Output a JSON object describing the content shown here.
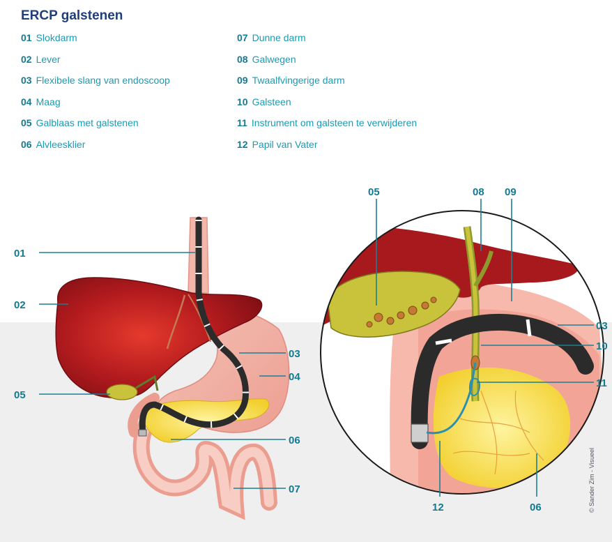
{
  "title": "ERCP galstenen",
  "legend": [
    {
      "num": "01",
      "label": "Slokdarm"
    },
    {
      "num": "02",
      "label": "Lever"
    },
    {
      "num": "03",
      "label": "Flexibele slang van endoscoop"
    },
    {
      "num": "04",
      "label": "Maag"
    },
    {
      "num": "05",
      "label": "Galblaas met galstenen"
    },
    {
      "num": "06",
      "label": "Alvleesklier"
    },
    {
      "num": "07",
      "label": "Dunne darm"
    },
    {
      "num": "08",
      "label": "Galwegen"
    },
    {
      "num": "09",
      "label": "Twaalfvingerige darm"
    },
    {
      "num": "10",
      "label": "Galsteen"
    },
    {
      "num": "11",
      "label": "Instrument om galsteen te verwijderen"
    },
    {
      "num": "12",
      "label": "Papil van Vater"
    }
  ],
  "left_labels": {
    "l01": "01",
    "l02": "02",
    "l03": "03",
    "l04": "04",
    "l05": "05",
    "l06": "06",
    "l07": "07"
  },
  "right_labels": {
    "r05": "05",
    "r08": "08",
    "r09": "09",
    "r03": "03",
    "r10": "10",
    "r11": "11",
    "r12": "12",
    "r06": "06"
  },
  "credit": "© Sander Zim - Visueel",
  "colors": {
    "liver": "#a8191d",
    "stomach": "#f2b3a8",
    "gallbladder": "#c2c43a",
    "pancreas": "#f8e04a",
    "scope": "#2b2b2b",
    "label": "#137a91"
  }
}
